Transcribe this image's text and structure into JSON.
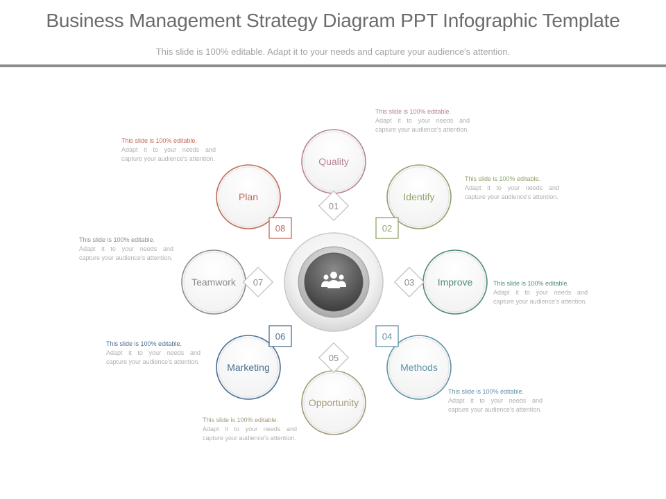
{
  "header": {
    "title": "Business Management Strategy Diagram PPT Infographic Template",
    "subtitle": "This slide is 100% editable. Adapt it to your needs and capture your audience's attention."
  },
  "center": {
    "icon": "team-people-icon"
  },
  "nodes": [
    {
      "label": "Quality",
      "number": "01",
      "color": "#b5838f",
      "desc_lead": "This slide is 100% editable.",
      "desc_rest": "Adapt it to your needs and capture your audience's attention."
    },
    {
      "label": "Identify",
      "number": "02",
      "color": "#8fa36a",
      "desc_lead": "This slide is 100% editable.",
      "desc_rest": "Adapt it to your needs and capture your audience's attention."
    },
    {
      "label": "Improve",
      "number": "03",
      "color": "#4e8b7e",
      "desc_lead": "This slide is 100% editable.",
      "desc_rest": "Adapt it to your needs and capture your audience's attention."
    },
    {
      "label": "Methods",
      "number": "04",
      "color": "#5e93a8",
      "desc_lead": "This slide is 100% editable.",
      "desc_rest": "Adapt it to your needs and capture your audience's attention."
    },
    {
      "label": "Opportunity",
      "number": "05",
      "color": "#a39a78",
      "desc_lead": "This slide is 100% editable.",
      "desc_rest": "Adapt it to your needs and capture your audience's attention."
    },
    {
      "label": "Marketing",
      "number": "06",
      "color": "#4b6f91",
      "desc_lead": "This slide is 100% editable.",
      "desc_rest": "Adapt it to your needs and capture your audience's attention."
    },
    {
      "label": "Teamwork",
      "number": "07",
      "color": "#8c8c8c",
      "desc_lead": "This slide is 100% editable.",
      "desc_rest": "Adapt it to your needs and capture your audience's attention."
    },
    {
      "label": "Plan",
      "number": "08",
      "color": "#c06a5a",
      "desc_lead": "This slide is 100% editable.",
      "desc_rest": "Adapt it to your needs and capture your audience's attention."
    }
  ]
}
